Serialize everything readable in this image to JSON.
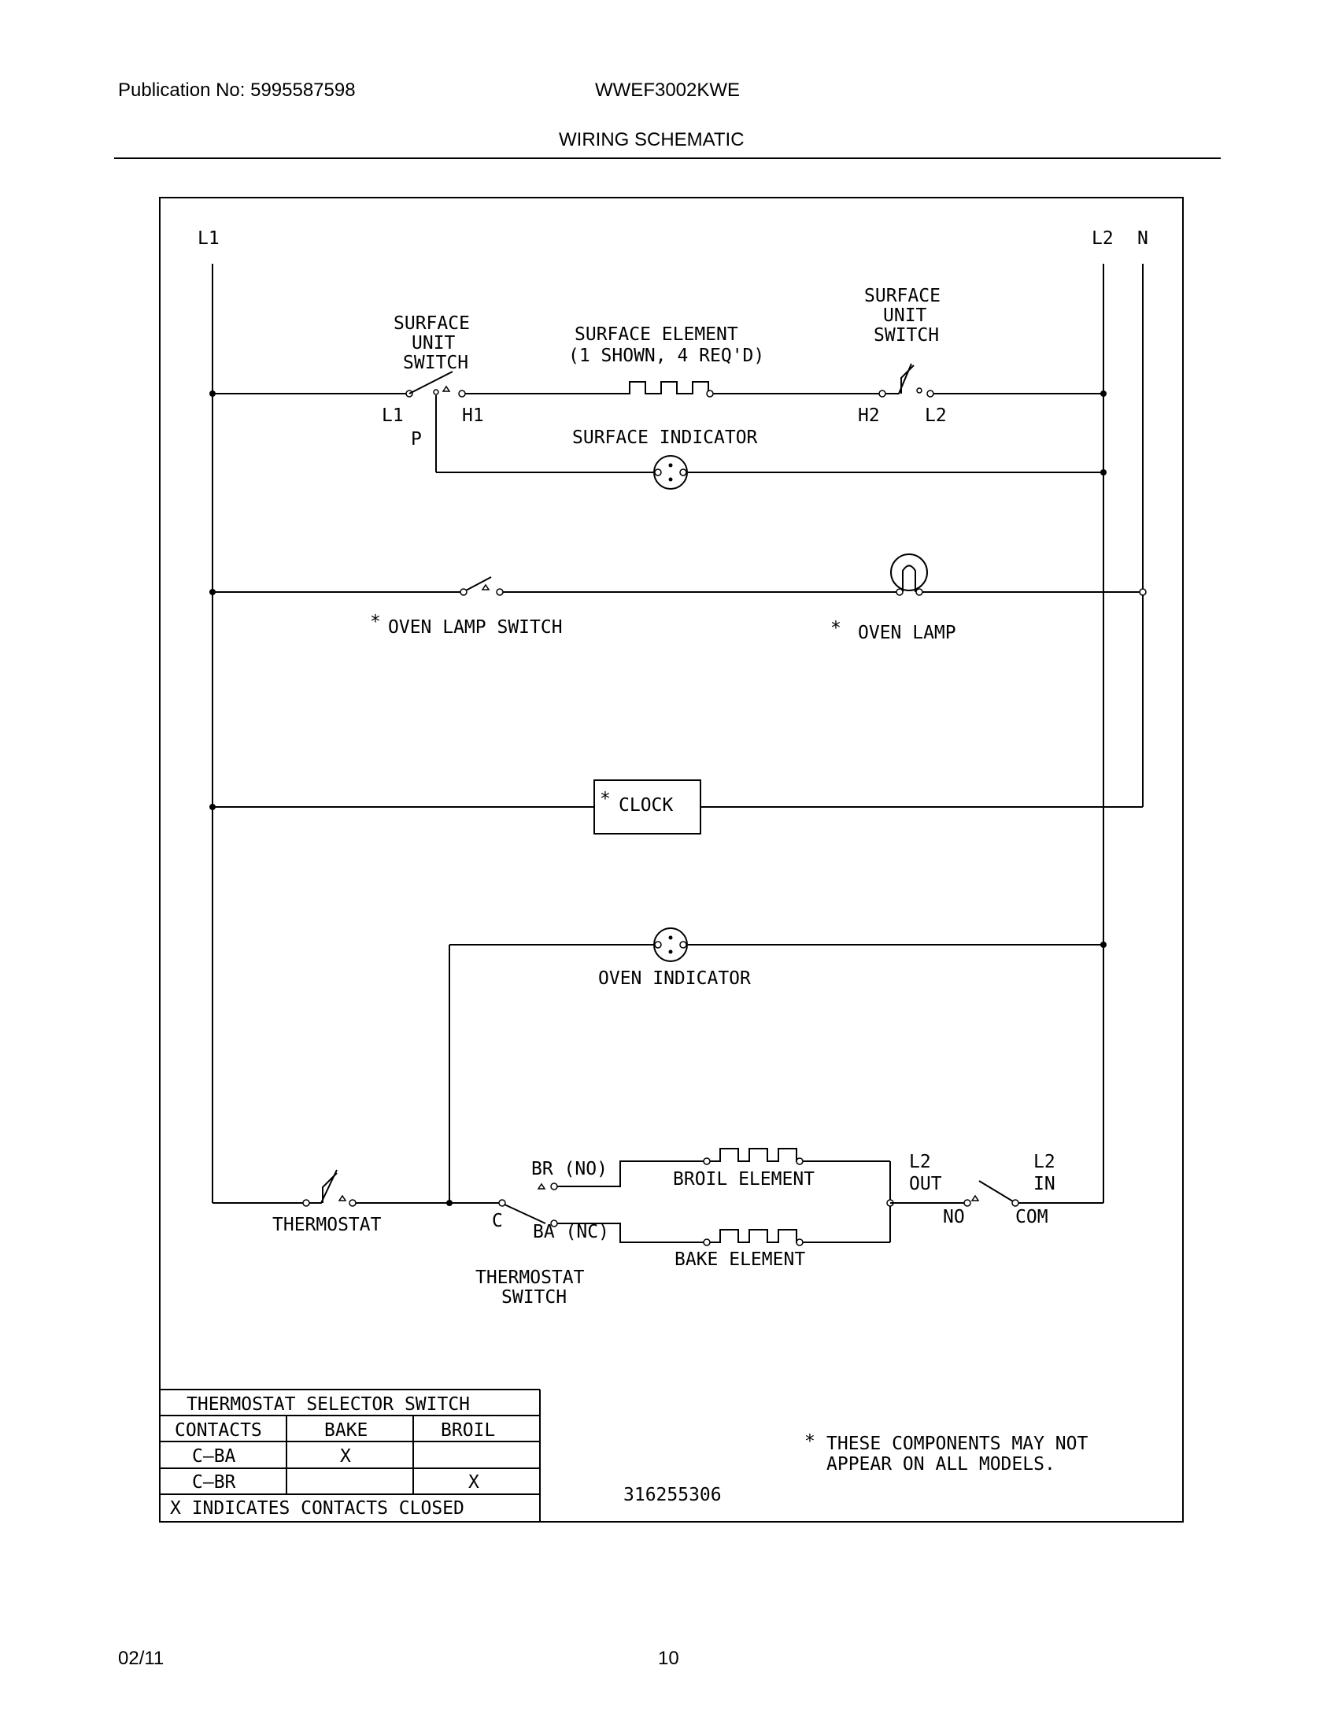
{
  "header": {
    "publication": "Publication No: 5995587598",
    "model": "WWEF3002KWE",
    "title": "WIRING SCHEMATIC"
  },
  "footer": {
    "date": "02/11",
    "page": "10"
  },
  "schematic": {
    "lines": {
      "l1": "L1",
      "l2": "L2",
      "n": "N"
    },
    "surface_switch_left": {
      "title": [
        "SURFACE",
        "UNIT",
        "SWITCH"
      ],
      "t_l1": "L1",
      "t_h1": "H1",
      "t_p": "P"
    },
    "surface_element": {
      "title": "SURFACE ELEMENT",
      "subtitle": "(1 SHOWN, 4 REQ'D)"
    },
    "surface_switch_right": {
      "title": [
        "SURFACE",
        "UNIT",
        "SWITCH"
      ],
      "t_h2": "H2",
      "t_l2": "L2"
    },
    "surface_indicator": "SURFACE INDICATOR",
    "oven_lamp_switch": "OVEN LAMP SWITCH",
    "oven_lamp": "OVEN LAMP",
    "asterisk": "*",
    "clock": "CLOCK",
    "oven_indicator": "OVEN INDICATOR",
    "thermostat": "THERMOSTAT",
    "thermostat_switch": {
      "title": [
        "THERMOSTAT",
        "SWITCH"
      ],
      "c": "C",
      "br": "BR (NO)",
      "ba": "BA (NC)"
    },
    "broil_element": "BROIL ELEMENT",
    "bake_element": "BAKE ELEMENT",
    "door_switch": {
      "l2_out": [
        "L2",
        "OUT"
      ],
      "l2_in": [
        "L2",
        "IN"
      ],
      "no": "NO",
      "com": "COM"
    },
    "part_number": "316255306",
    "note": [
      "THESE COMPONENTS MAY NOT",
      "APPEAR ON ALL MODELS."
    ]
  },
  "selector_table": {
    "title": "THERMOSTAT SELECTOR SWITCH",
    "headers": [
      "CONTACTS",
      "BAKE",
      "BROIL"
    ],
    "rows": [
      [
        "C—BA",
        "X",
        ""
      ],
      [
        "C—BR",
        "",
        "X"
      ]
    ],
    "footer": "X INDICATES CONTACTS CLOSED"
  }
}
